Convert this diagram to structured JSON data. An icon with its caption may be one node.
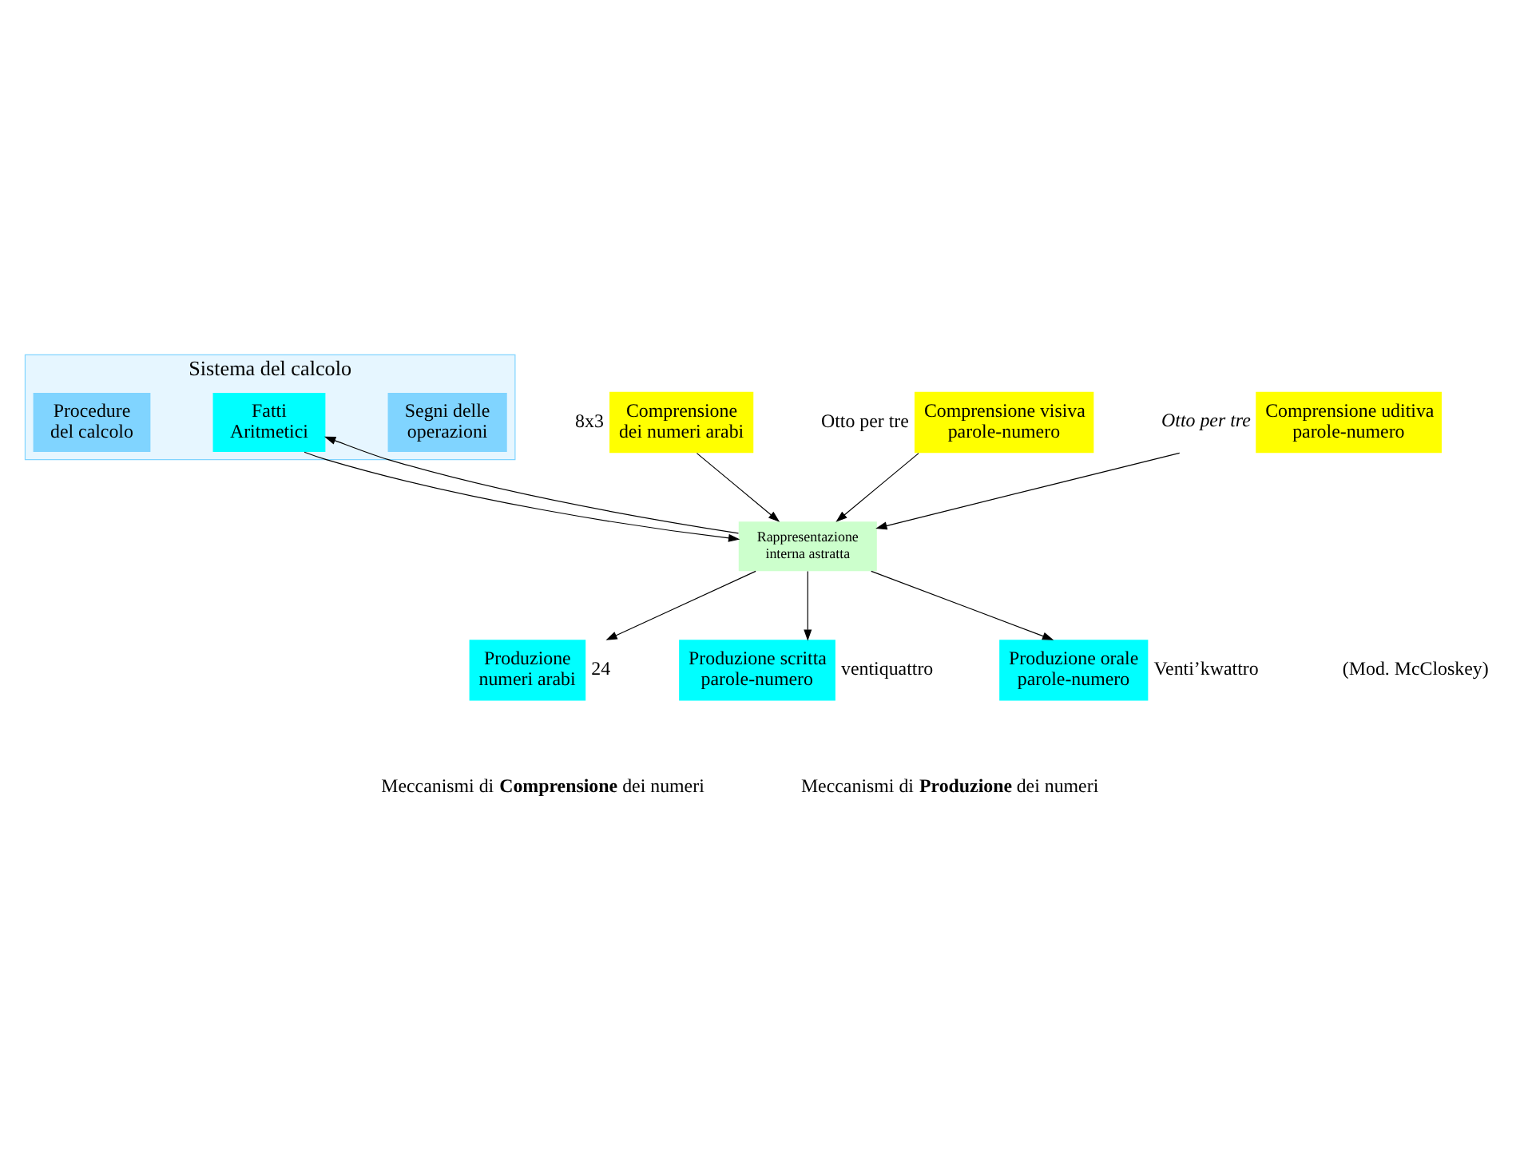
{
  "diagram": {
    "nodes": [
      {
        "text": [
          "Sistema del calcolo"
        ]
      },
      {
        "text": [
          "Segni delle operazioni"
        ],
        "in": 0
      },
      {
        "text": [
          "Fatti Aritmetici"
        ],
        "in": 0
      },
      {
        "text": [
          "Procedure del calcolo"
        ],
        "in": 0
      },
      {
        "text": [
          "Comprensione dei numeri arabi"
        ],
        "beside": [
          "8x3"
        ]
      },
      {
        "text": [
          "Comprensione visiva parole-numero"
        ],
        "beside": [
          "Otto per tre"
        ]
      },
      {
        "text": [
          "Comprensione uditiva parole-numero"
        ],
        "beside": [
          "Otto per tre"
        ]
      },
      {
        "text": [
          "Rappresentazione interna astratta"
        ]
      },
      {
        "text": [
          "Produzione numeri arabi"
        ],
        "beside": [
          "24"
        ]
      },
      {
        "text": [
          "Produzione scritta parole-numero"
        ],
        "beside": [
          "ventiquattro"
        ]
      },
      {
        "text": [
          "Produzione orale parole-numero"
        ],
        "beside": [
          "Venti’kwattro"
        ]
      }
    ],
    "edges": [
      {
        "from": 2,
        "to": 7,
        "arrow": "to"
      },
      {
        "from": 7,
        "to": 2,
        "arrow": "to"
      },
      {
        "from": 4,
        "to": 7,
        "arrow": "to"
      },
      {
        "from": 5,
        "to": 7,
        "arrow": "to"
      },
      {
        "from": 6,
        "to": 7,
        "arrow": "to"
      },
      {
        "from": 7,
        "to": 8,
        "arrow": "to"
      },
      {
        "from": 7,
        "to": 9,
        "arrow": "to"
      },
      {
        "from": 7,
        "to": 10,
        "arrow": "to"
      }
    ],
    "labels": [
      "(Mod. McCloskey)",
      "Meccanismi di **Comprensione** dei numeri",
      "Meccanismi di **Produzione** dei numeri"
    ]
  }
}
